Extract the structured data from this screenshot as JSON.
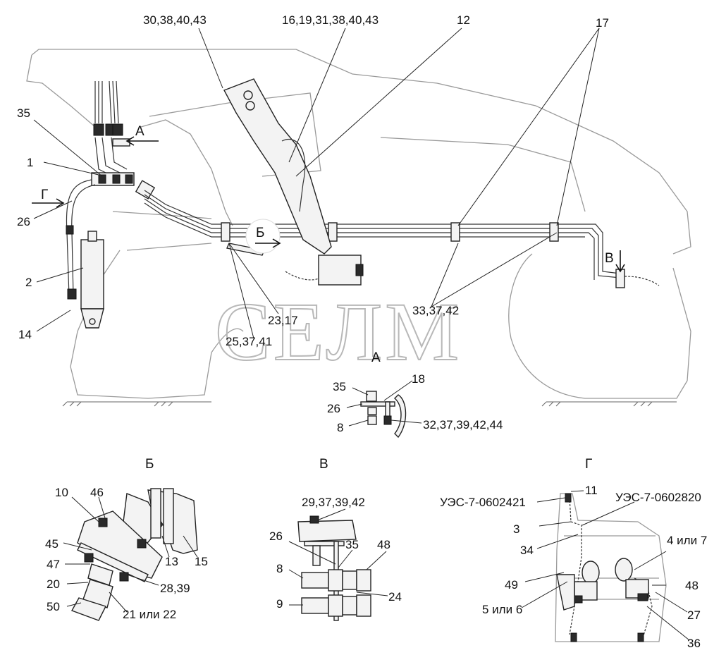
{
  "watermark": "СЕЛМ",
  "main_view": {
    "section_arrows": {
      "a": "А",
      "g": "Г",
      "b": "Б",
      "v": "В"
    },
    "callouts": {
      "c_30_38_40_43": "30,38,40,43",
      "c_16_19_31": "16,19,31,38,40,43",
      "c_12": "12",
      "c_17": "17",
      "c_35": "35",
      "c_1": "1",
      "c_26": "26",
      "c_2": "2",
      "c_14": "14",
      "c_23_17": "23,17",
      "c_25_37_41": "25,37,41",
      "c_33_37_42": "33,37,42"
    }
  },
  "view_a": {
    "title": "А",
    "callouts": {
      "c_35": "35",
      "c_18": "18",
      "c_26": "26",
      "c_8": "8",
      "c_32": "32,37,39,42,44"
    }
  },
  "view_b": {
    "title": "Б",
    "callouts": {
      "c_10": "10",
      "c_46": "46",
      "c_45": "45",
      "c_47": "47",
      "c_20": "20",
      "c_50": "50",
      "c_13": "13",
      "c_15": "15",
      "c_28_39": "28,39",
      "c_21_22": "21 или 22"
    }
  },
  "view_v": {
    "title": "В",
    "callouts": {
      "c_29": "29,37,39,42",
      "c_26": "26",
      "c_35": "35",
      "c_48": "48",
      "c_8": "8",
      "c_9": "9",
      "c_24": "24"
    }
  },
  "view_g": {
    "title": "Г",
    "callouts": {
      "c_11": "11",
      "c_ues1": "УЭС-7-0602421",
      "c_ues2": "УЭС-7-0602820",
      "c_3": "3",
      "c_34": "34",
      "c_4_7": "4 или 7",
      "c_49": "49",
      "c_48": "48",
      "c_27": "27",
      "c_5_6": "5 или 6",
      "c_36": "36"
    }
  }
}
